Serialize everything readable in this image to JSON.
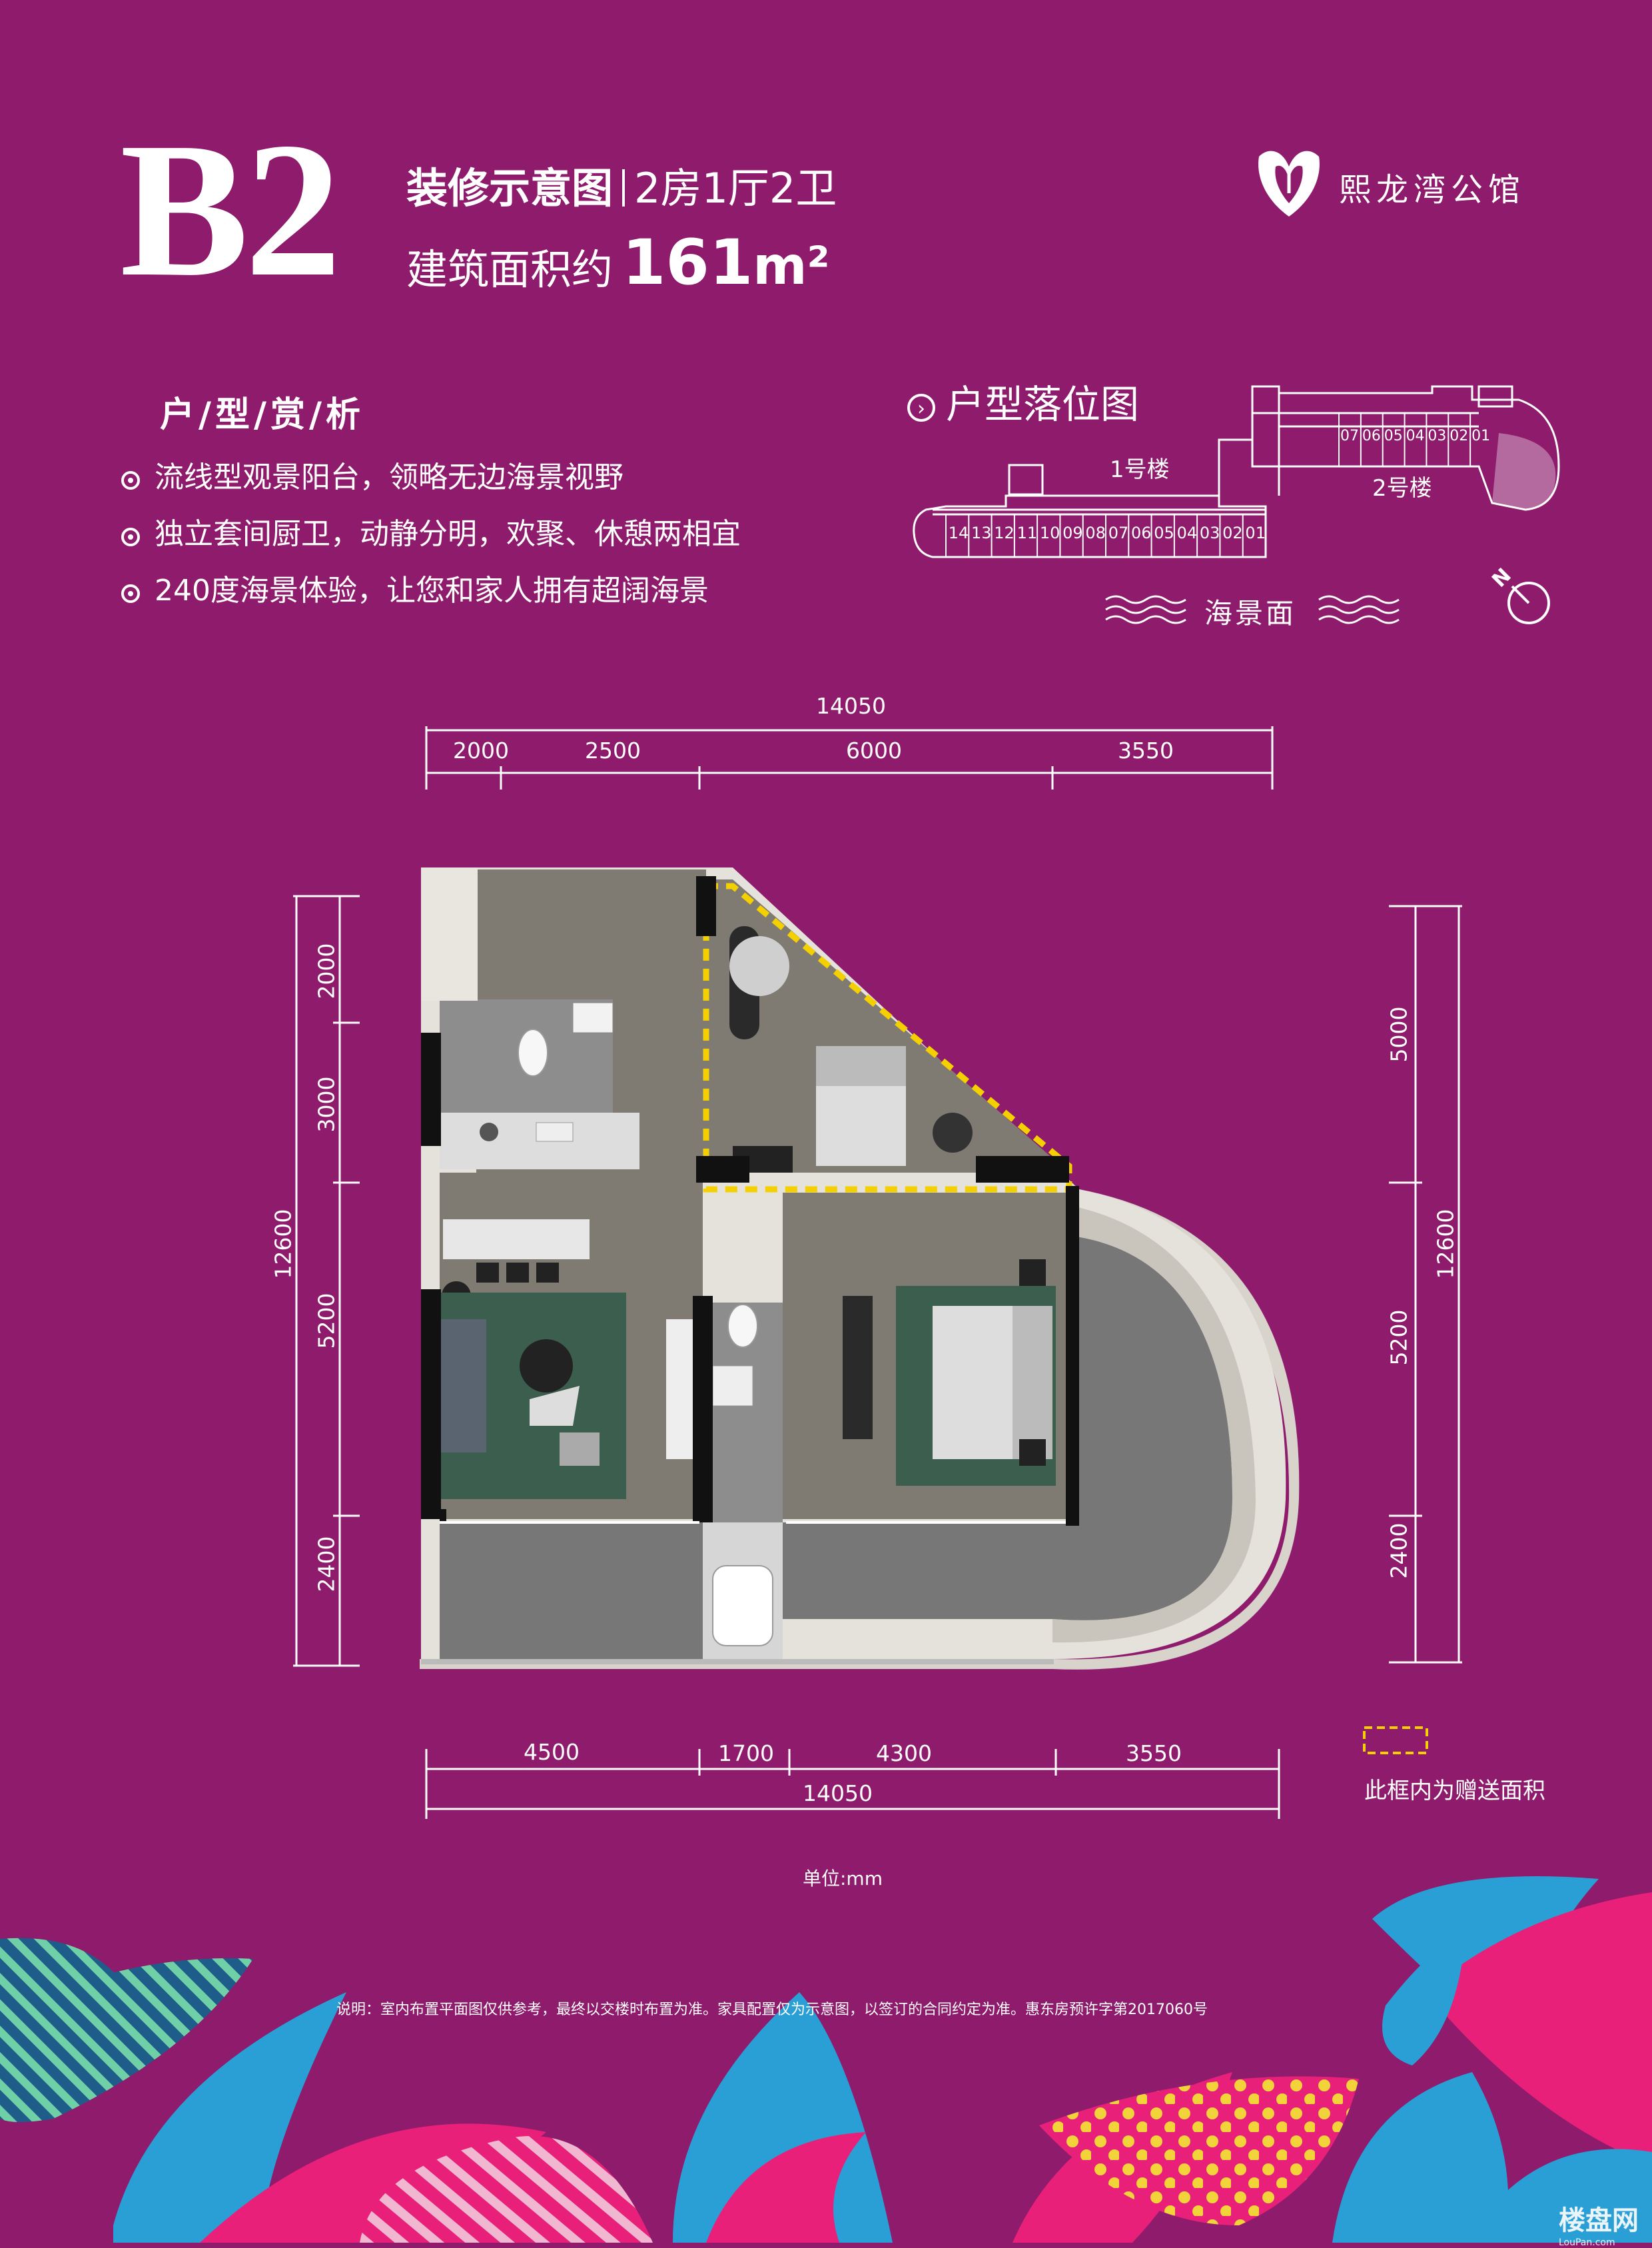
{
  "header": {
    "unit_code": "B2",
    "title": "装修示意图",
    "rooms": "2房1厅2卫",
    "area_label": "建筑面积约",
    "area_value": "161",
    "area_unit": "m²",
    "brand": "熙龙湾公馆"
  },
  "features": {
    "title": "户/型/赏/析",
    "items": [
      "流线型观景阳台，领略无边海景视野",
      "独立套间厨卫，动静分明，欢聚、休憩两相宜",
      "240度海景体验，让您和家人拥有超阔海景"
    ]
  },
  "location": {
    "title": "户型落位图",
    "building1": "1号楼",
    "building2": "2号楼",
    "sea_view": "海景面",
    "north": "N",
    "building1_units": [
      "14",
      "13",
      "12",
      "11",
      "10",
      "09",
      "08",
      "07",
      "06",
      "05",
      "04",
      "03",
      "02",
      "01"
    ],
    "building2_units": [
      "07",
      "06",
      "05",
      "04",
      "03",
      "02",
      "01"
    ]
  },
  "dimensions": {
    "top_total": "14050",
    "top": [
      "2000",
      "2500",
      "6000",
      "3550"
    ],
    "bottom": [
      "4500",
      "1700",
      "4300",
      "3550"
    ],
    "bottom_total": "14050",
    "left": [
      "2000",
      "3000",
      "5200",
      "2400"
    ],
    "left_total": "12600",
    "right": [
      "5000",
      "5200",
      "2400"
    ],
    "right_total": "12600"
  },
  "legend": {
    "text": "此框内为赠送面积",
    "color": "#f5d000"
  },
  "unit_note": "单位:mm",
  "disclaimer": "说明：室内布置平面图仅供参考，最终以交楼时布置为准。家具配置仅为示意图，以签订的合同约定为准。惠东房预许字第2017060号",
  "watermark": {
    "name": "楼盘网",
    "url": "LouPan.com"
  },
  "colors": {
    "background": "#8e1b6c",
    "floor_wood": "#7f7b72",
    "balcony": "#6e6e6e",
    "rug": "#3c5e4e",
    "wall": "#111111",
    "petal_blue": "#2a9fd6",
    "petal_pink": "#e8207a",
    "dot_yellow": "#f2d43a"
  }
}
